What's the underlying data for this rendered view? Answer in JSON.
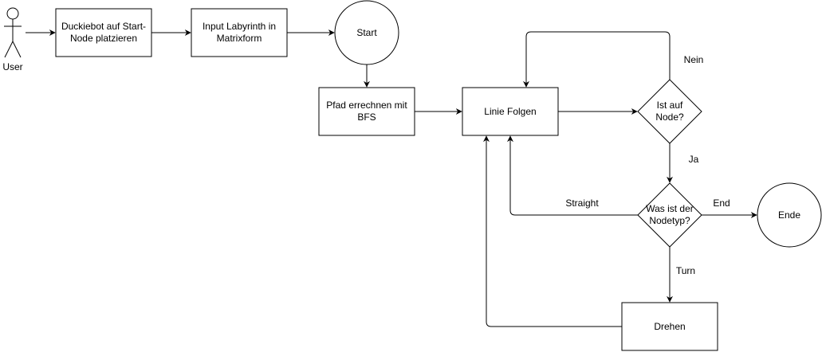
{
  "actor": {
    "label": "User"
  },
  "nodes": {
    "place_bot": {
      "lines": [
        "Duckiebot auf Start-",
        "Node platzieren"
      ]
    },
    "input_maze": {
      "lines": [
        "Input Labyrinth in",
        "Matrixform"
      ]
    },
    "start": {
      "lines": [
        "Start"
      ]
    },
    "compute_path": {
      "lines": [
        "Pfad errechnen mit",
        "BFS"
      ]
    },
    "follow_line": {
      "lines": [
        "Linie Folgen"
      ]
    },
    "is_node": {
      "lines": [
        "Ist auf",
        "Node?"
      ]
    },
    "node_type": {
      "lines": [
        "Was ist der",
        "Nodetyp?"
      ]
    },
    "end": {
      "lines": [
        "Ende"
      ]
    },
    "turn": {
      "lines": [
        "Drehen"
      ]
    }
  },
  "edge_labels": {
    "no": "Nein",
    "yes": "Ja",
    "straight": "Straight",
    "end": "End",
    "turn": "Turn"
  },
  "colors": {
    "stroke": "#000000",
    "fill": "#ffffff",
    "text": "#000000"
  }
}
